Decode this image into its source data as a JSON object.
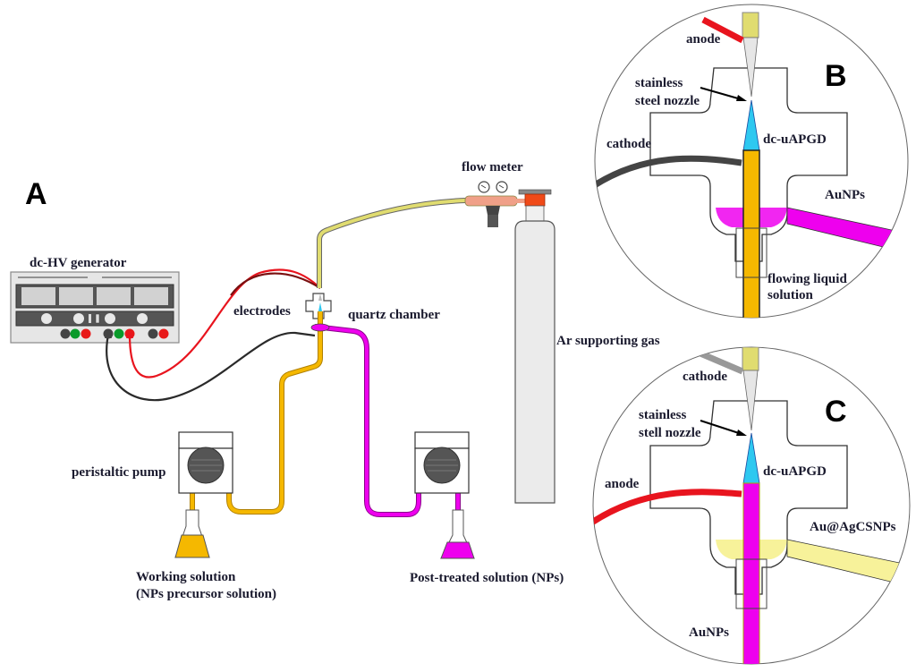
{
  "panels": {
    "a": "A",
    "b": "B",
    "c": "C"
  },
  "panel_a": {
    "generator_label": "dc-HV generator",
    "electrodes_label": "electrodes",
    "chamber_label": "quartz chamber",
    "flow_meter_label": "flow meter",
    "gas_label": "Ar supporting gas",
    "pump_label": "peristaltic pump",
    "working_solution_line1": "Working solution",
    "working_solution_line2": "(NPs precursor solution)",
    "post_treated_label": "Post-treated solution (NPs)"
  },
  "panel_b": {
    "anode_label": "anode",
    "nozzle_line1": "stainless",
    "nozzle_line2": "steel nozzle",
    "cathode_label": "cathode",
    "discharge_label": "dc-uAPGD",
    "outlet_label": "AuNPs",
    "liquid_line1": "flowing liquid",
    "liquid_line2": "solution"
  },
  "panel_c": {
    "cathode_label": "cathode",
    "nozzle_line1": "stainless",
    "nozzle_line2": "stell nozzle",
    "discharge_label": "dc-uAPGD",
    "anode_label": "anode",
    "outlet_label": "Au@AgCSNPs",
    "inlet_label": "AuNPs"
  },
  "colors": {
    "working_solution": "#f5b800",
    "post_treated": "#ee00ee",
    "gas_tube": "#e0dc70",
    "anode_wire": "#e8141e",
    "anode_wire_dark": "#7a1010",
    "cathode_wire": "#333333",
    "plasma": "#2ec8f0",
    "core_shell": "#f7f29a",
    "regulator": "#f0a088",
    "valve": "#f04a18",
    "cylinder": "#ebebeb"
  }
}
